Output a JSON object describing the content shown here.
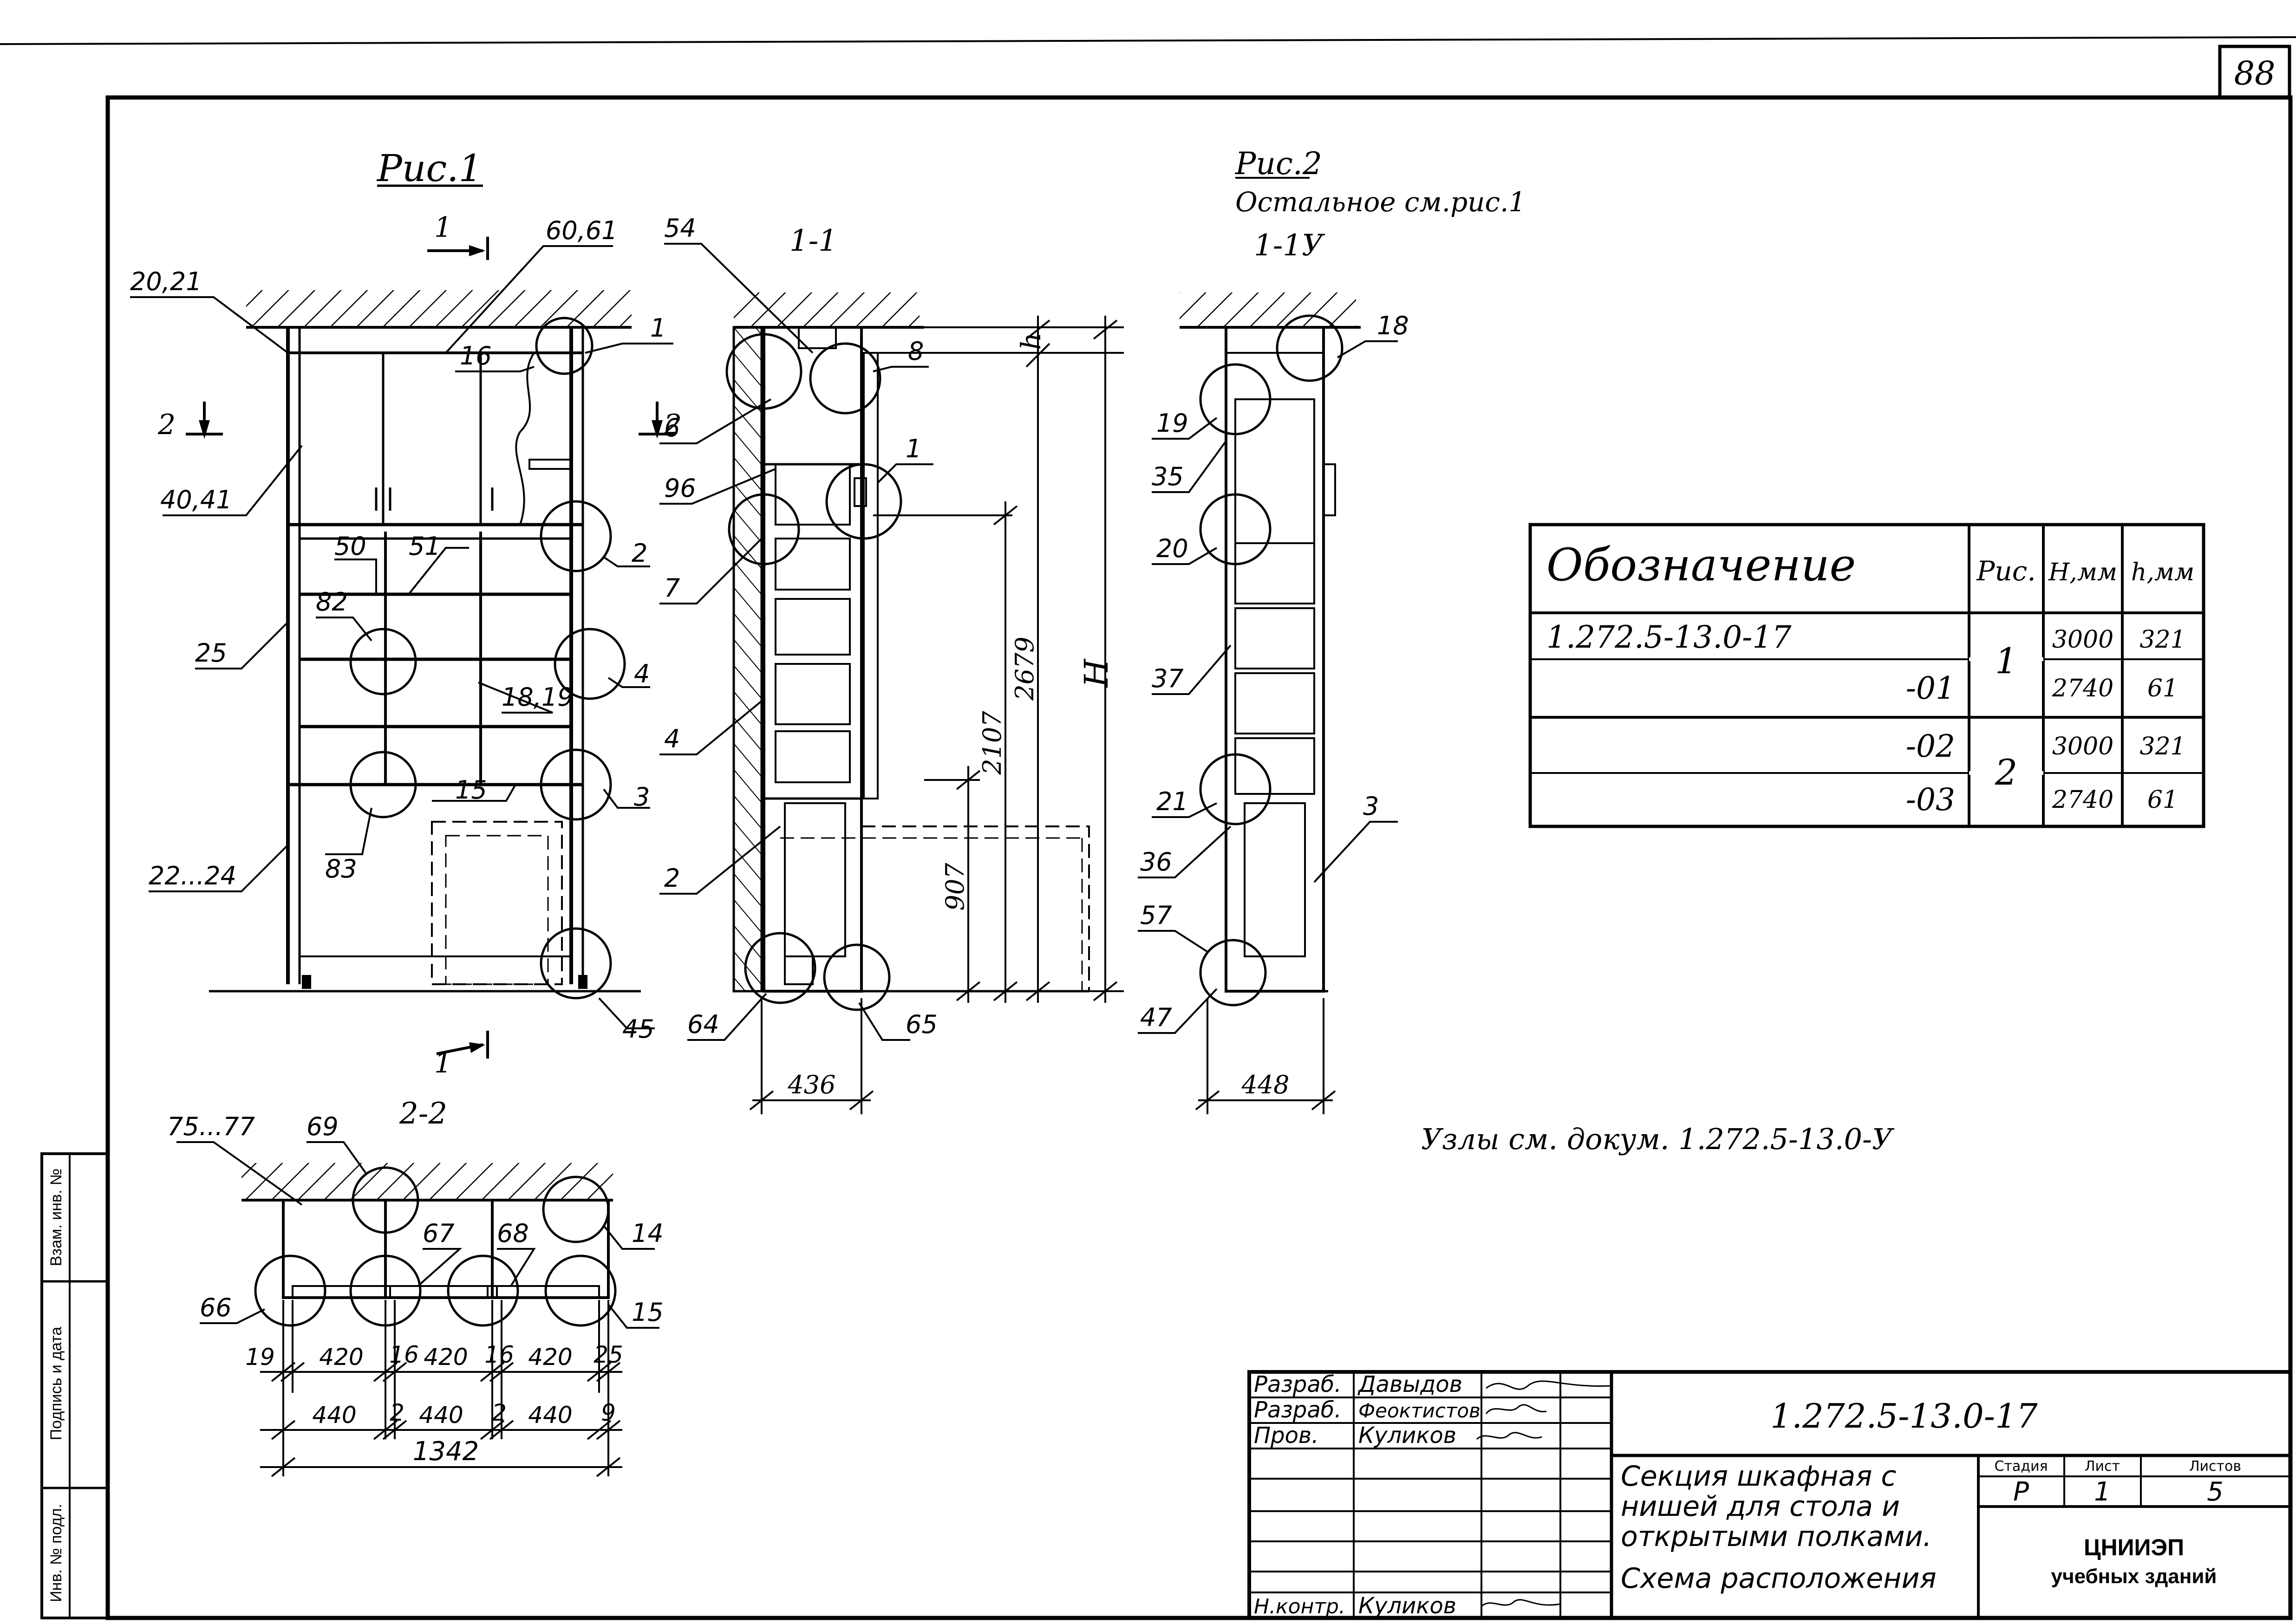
{
  "sheet": {
    "page_number": "88",
    "notes": "Узлы см. докум. 1.272.5-13.0-У"
  },
  "figures": {
    "fig1_title": "Рис.1",
    "fig2_title": "Рис.2",
    "fig2_subtitle": "Остальное см.рис.1",
    "section_1_1": "1-1",
    "section_1_1u": "1-1У",
    "section_2_2": "2-2",
    "cut_mark_1": "1",
    "cut_mark_2": "2"
  },
  "fig1_callouts": [
    "20,21",
    "60,61",
    "16",
    "1",
    "40,41",
    "2",
    "50",
    "51",
    "82",
    "25",
    "4",
    "18,19",
    "83",
    "15",
    "3",
    "22...24",
    "45"
  ],
  "sec11_callouts": [
    "54",
    "8",
    "6",
    "1",
    "96",
    "7",
    "4",
    "2",
    "64",
    "65"
  ],
  "sec11_dims": {
    "h": "h",
    "H": "H",
    "d2679": "2679",
    "d2107": "2107",
    "d907": "907",
    "d436": "436"
  },
  "sec11u_callouts": [
    "18",
    "19",
    "35",
    "20",
    "37",
    "21",
    "36",
    "57",
    "47",
    "3"
  ],
  "sec11u_dims": {
    "d448": "448"
  },
  "plan_callouts": [
    "75...77",
    "69",
    "14",
    "67",
    "68",
    "66",
    "15"
  ],
  "plan_dims": {
    "row1": [
      "19",
      "420",
      "16",
      "420",
      "16",
      "420",
      "25"
    ],
    "row2": [
      "440",
      "2",
      "440",
      "2",
      "440",
      "9"
    ],
    "total": "1342"
  },
  "designation_table": {
    "headers": [
      "Обозначение",
      "Рис.",
      "H,мм",
      "h,мм"
    ],
    "rows": [
      {
        "code": "1.272.5-13.0-17",
        "fig": "1",
        "H": "3000",
        "h": "321"
      },
      {
        "code": "-01",
        "fig": "",
        "H": "2740",
        "h": "61"
      },
      {
        "code": "-02",
        "fig": "2",
        "H": "3000",
        "h": "321"
      },
      {
        "code": "-03",
        "fig": "",
        "H": "2740",
        "h": "61"
      }
    ]
  },
  "left_stamp": {
    "cells": [
      "Взам. инв. №",
      "Подпись и дата",
      "Инв. № подл."
    ]
  },
  "title_block": {
    "roles": [
      {
        "role": "Разраб.",
        "name": "Давыдов"
      },
      {
        "role": "Разраб.",
        "name": "Феоктистов"
      },
      {
        "role": "Пров.",
        "name": "Куликов"
      },
      {
        "role": "Н.контр.",
        "name": "Куликов"
      }
    ],
    "code": "1.272.5-13.0-17",
    "name_lines": [
      "Секция шкафная с",
      "нишей для стола и",
      "открытыми полками.",
      "Схема расположения"
    ],
    "stage_label": "Стадия",
    "sheet_label": "Лист",
    "sheets_label": "Листов",
    "stage": "Р",
    "sheet": "1",
    "sheets": "5",
    "org_line1": "ЦНИИЭП",
    "org_line2": "учебных зданий"
  }
}
